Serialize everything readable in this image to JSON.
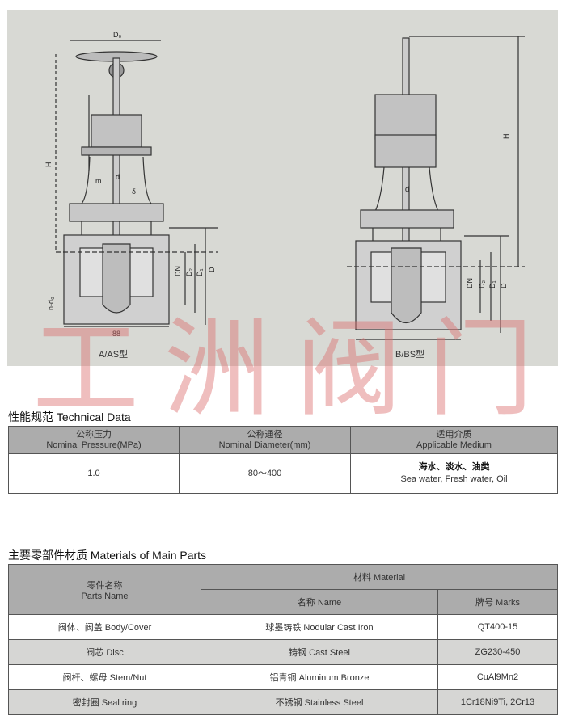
{
  "drawing": {
    "left_caption": "A/AS型",
    "right_caption": "B/BS型",
    "labels": {
      "D0": "D₀",
      "H": "H",
      "d": "d",
      "m": "m",
      "delta": "δ",
      "DN": "DN",
      "D2": "D₂",
      "D1": "D₁",
      "D": "D",
      "nd0": "n-d₀",
      "L": "88"
    },
    "watermark": [
      "工",
      "洲",
      "阀",
      "门"
    ]
  },
  "technical_data": {
    "title": "性能规范 Technical Data",
    "headers": [
      {
        "cn": "公称压力",
        "en": "Nominal Pressure(MPa)"
      },
      {
        "cn": "公称通径",
        "en": "Nominal Diameter(mm)"
      },
      {
        "cn": "适用介质",
        "en": "Applicable Medium"
      }
    ],
    "row": {
      "pressure": "1.0",
      "diameter": "80～400",
      "medium_cn": "海水、淡水、油类",
      "medium_en": "Sea water, Fresh water, Oil"
    }
  },
  "materials": {
    "title": "主要零部件材质 Materials of Main Parts",
    "header_parts_cn": "零件名称",
    "header_parts_en": "Parts Name",
    "header_material": "材料 Material",
    "header_name": "名称 Name",
    "header_marks": "牌号 Marks",
    "rows": [
      {
        "part": "阀体、阀盖 Body/Cover",
        "name": "球墨铸铁 Nodular Cast Iron",
        "marks": "QT400-15"
      },
      {
        "part": "阀芯 Disc",
        "name": "铸钢 Cast Steel",
        "marks": "ZG230-450"
      },
      {
        "part": "阀杆、螺母 Stem/Nut",
        "name": "铝青铜 Aluminum Bronze",
        "marks": "CuAl9Mn2"
      },
      {
        "part": "密封圈 Seal ring",
        "name": "不锈钢 Stainless Steel",
        "marks": "1Cr18Ni9Ti, 2Cr13"
      }
    ]
  }
}
